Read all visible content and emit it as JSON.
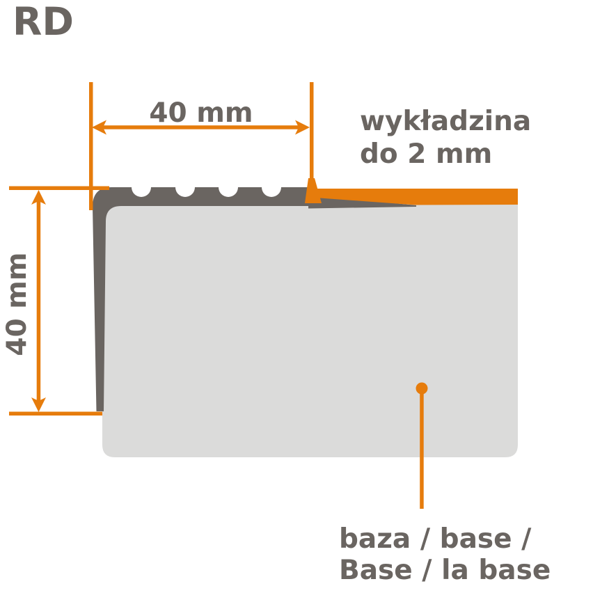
{
  "title": "RD",
  "colors": {
    "accent_orange": "#E67C0C",
    "profile_gray": "#6A6561",
    "base_gray": "#DBDBDA",
    "label_gray": "#6A6561"
  },
  "dimensions": {
    "width_label": "40 mm",
    "height_label": "40 mm"
  },
  "annotations": {
    "lining_line1": "wykładzina",
    "lining_line2": "do 2 mm",
    "base_line1": "baza / base /",
    "base_line2": "Base / la base"
  }
}
